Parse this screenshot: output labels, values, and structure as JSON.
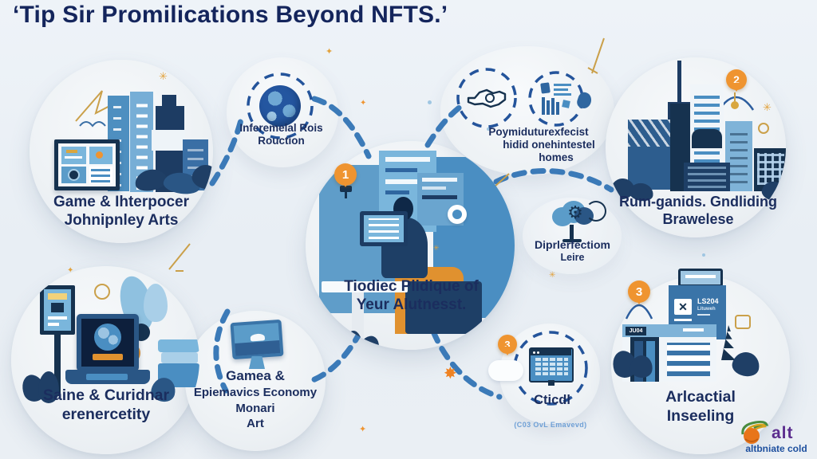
{
  "title": "‘Tip Sir Promilications Beyond NFTS.’",
  "nodes": {
    "top_left": {
      "line1": "Game & Ihterpocer",
      "line2": "Johnipnley Arts"
    },
    "globe": {
      "line1": "Inferemelal Rois",
      "line2": "Rouction"
    },
    "center": {
      "line1": "Tiodiec Plidique of",
      "line2": "Yeur Alutnesst.",
      "pin": "1"
    },
    "payments": {
      "line1": "Poymiduturexfecist",
      "line2": "hidid onehintestel",
      "line3": "homes"
    },
    "right": {
      "line1": "Rum-ganids. Gndliding",
      "line2": "Brawelese",
      "pin": "2"
    },
    "protection": {
      "line1": "Diprlerfectiom",
      "line2": "Leire"
    },
    "bottom_left": {
      "line1": "Saine & Curidnar",
      "line2": "erenercetity"
    },
    "gamea": {
      "line1": "Gamea &",
      "line2": "Epiemavics Economy",
      "line3": "Monari",
      "line4": "Art"
    },
    "cticdl": {
      "label": "Cticdl",
      "pin": "3",
      "note": "(C03 OvL Emavevd)"
    },
    "bottom_right": {
      "line1": "Arlcactial",
      "line2": "Inseeling",
      "pin": "3",
      "sign_main": "LS204",
      "sign_sub": "Lituweh",
      "awning_label": "JU04"
    }
  },
  "logo": {
    "name": "alt",
    "tagline": "altbniate cold"
  },
  "colors": {
    "background": "#e9eff5",
    "navy_text": "#1b2d5e",
    "dashed_line": "#3b7ab8",
    "accent_orange": "#ef9430",
    "illustration_blue": "#4a8ec2",
    "illustration_light_blue": "#7ab6dc",
    "illustration_navy": "#16324f",
    "gold_doodle": "#d9a63f",
    "logo_purple": "#5b2d8e",
    "logo_blue": "#1d4f9e",
    "note_blue": "#6fa0d6"
  }
}
